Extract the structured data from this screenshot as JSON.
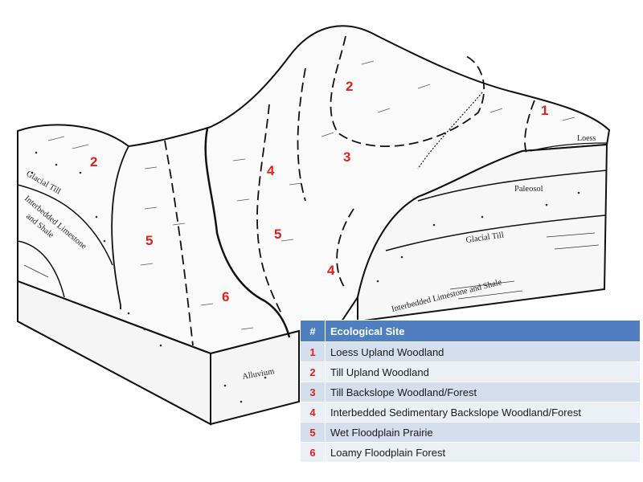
{
  "diagram": {
    "site_numbers": [
      "1",
      "2",
      "2",
      "3",
      "4",
      "4",
      "5",
      "5",
      "6"
    ],
    "layer_labels": {
      "loess": "Loess",
      "paleosol": "Paleosol",
      "glacial_till_right": "Glacial Till",
      "limestone_right": "Interbedded Limestone and Shale",
      "glacial_till_left": "Glacial Till",
      "limestone_left_1": "Interbedded Limestone",
      "limestone_left_2": "and Shale",
      "alluvium": "Alluvium"
    }
  },
  "legend": {
    "header": {
      "num": "#",
      "site": "Ecological Site"
    },
    "rows": [
      {
        "num": "1",
        "site": "Loess Upland Woodland"
      },
      {
        "num": "2",
        "site": "Till Upland Woodland"
      },
      {
        "num": "3",
        "site": "Till Backslope Woodland/Forest"
      },
      {
        "num": "4",
        "site": "Interbedded Sedimentary Backslope Woodland/Forest"
      },
      {
        "num": "5",
        "site": "Wet Floodplain Prairie"
      },
      {
        "num": "6",
        "site": "Loamy Floodplain Forest"
      }
    ]
  },
  "colors": {
    "site_number": "#e0201c",
    "header_bg": "#4f7fc0",
    "row_odd": "#d5deec",
    "row_even": "#ebeff6"
  }
}
